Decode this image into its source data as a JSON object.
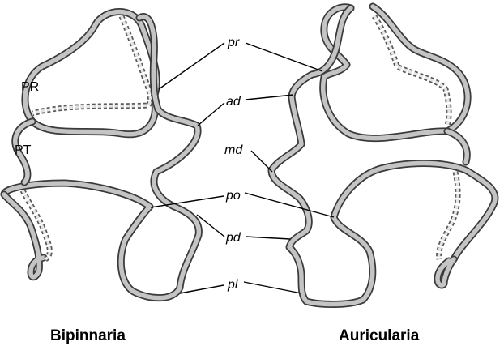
{
  "labels": {
    "pr": "pr",
    "ad": "ad",
    "md": "md",
    "po": "po",
    "pd": "pd",
    "pl": "pl",
    "PR": "PR",
    "PT": "PT"
  },
  "titles": {
    "left": "Bipinnaria",
    "right": "Auricularia"
  },
  "colors": {
    "band_fill": "#c4c4c4",
    "band_edge": "#3a3a3a",
    "ink": "#000000"
  }
}
